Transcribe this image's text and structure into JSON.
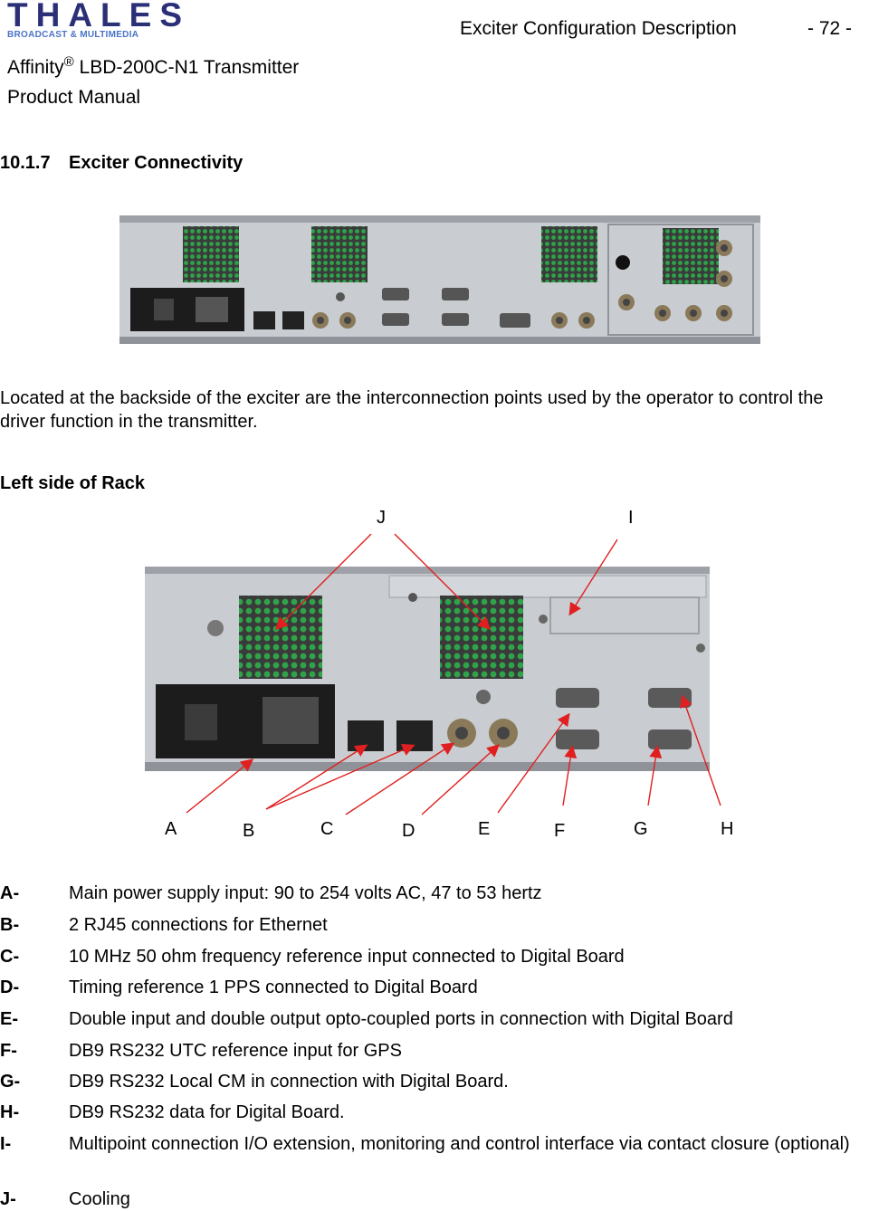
{
  "header": {
    "logo_name": "THALES",
    "logo_tagline": "BROADCAST & MULTIMEDIA",
    "doc_title": "Exciter Configuration Description",
    "page": "- 72 -",
    "product_prefix": "Affinity",
    "product_reg": "®",
    "product_suffix": " LBD-200C-N1 Transmitter",
    "manual": "Product Manual"
  },
  "section": {
    "number": "10.1.7",
    "title": "Exciter Connectivity"
  },
  "intro": "Located at the backside of the exciter are the interconnection points used by the operator to control the driver function in the transmitter.",
  "subheading": "Left side of Rack",
  "callouts": [
    "A",
    "B",
    "C",
    "D",
    "E",
    "F",
    "G",
    "H",
    "I",
    "J"
  ],
  "legend": [
    {
      "key": "A-",
      "text": "Main power supply input: 90 to 254 volts AC, 47 to 53 hertz"
    },
    {
      "key": "B-",
      "text": "2 RJ45 connections for Ethernet"
    },
    {
      "key": "C-",
      "text": "10 MHz 50 ohm frequency reference input connected to Digital Board"
    },
    {
      "key": "D-",
      "text": "Timing reference 1 PPS connected to Digital Board"
    },
    {
      "key": "E-",
      "text": "Double input and double output opto-coupled ports in connection with Digital Board"
    },
    {
      "key": "F-",
      "text": "DB9 RS232 UTC reference input for GPS"
    },
    {
      "key": "G-",
      "text": "DB9 RS232 Local CM in connection with Digital Board."
    },
    {
      "key": "H-",
      "text": "DB9 RS232 data for Digital Board."
    },
    {
      "key": "I-",
      "text": "Multipoint connection I/O extension, monitoring and control interface via contact closure (optional)"
    },
    {
      "key": "J-",
      "text": "Cooling"
    }
  ],
  "colors": {
    "logo": "#2b2f78",
    "logo_tagline": "#4a73c6",
    "callout_arrow": "#e02020",
    "panel": "#c9ccd0",
    "fan_green": "#2fa34a"
  }
}
